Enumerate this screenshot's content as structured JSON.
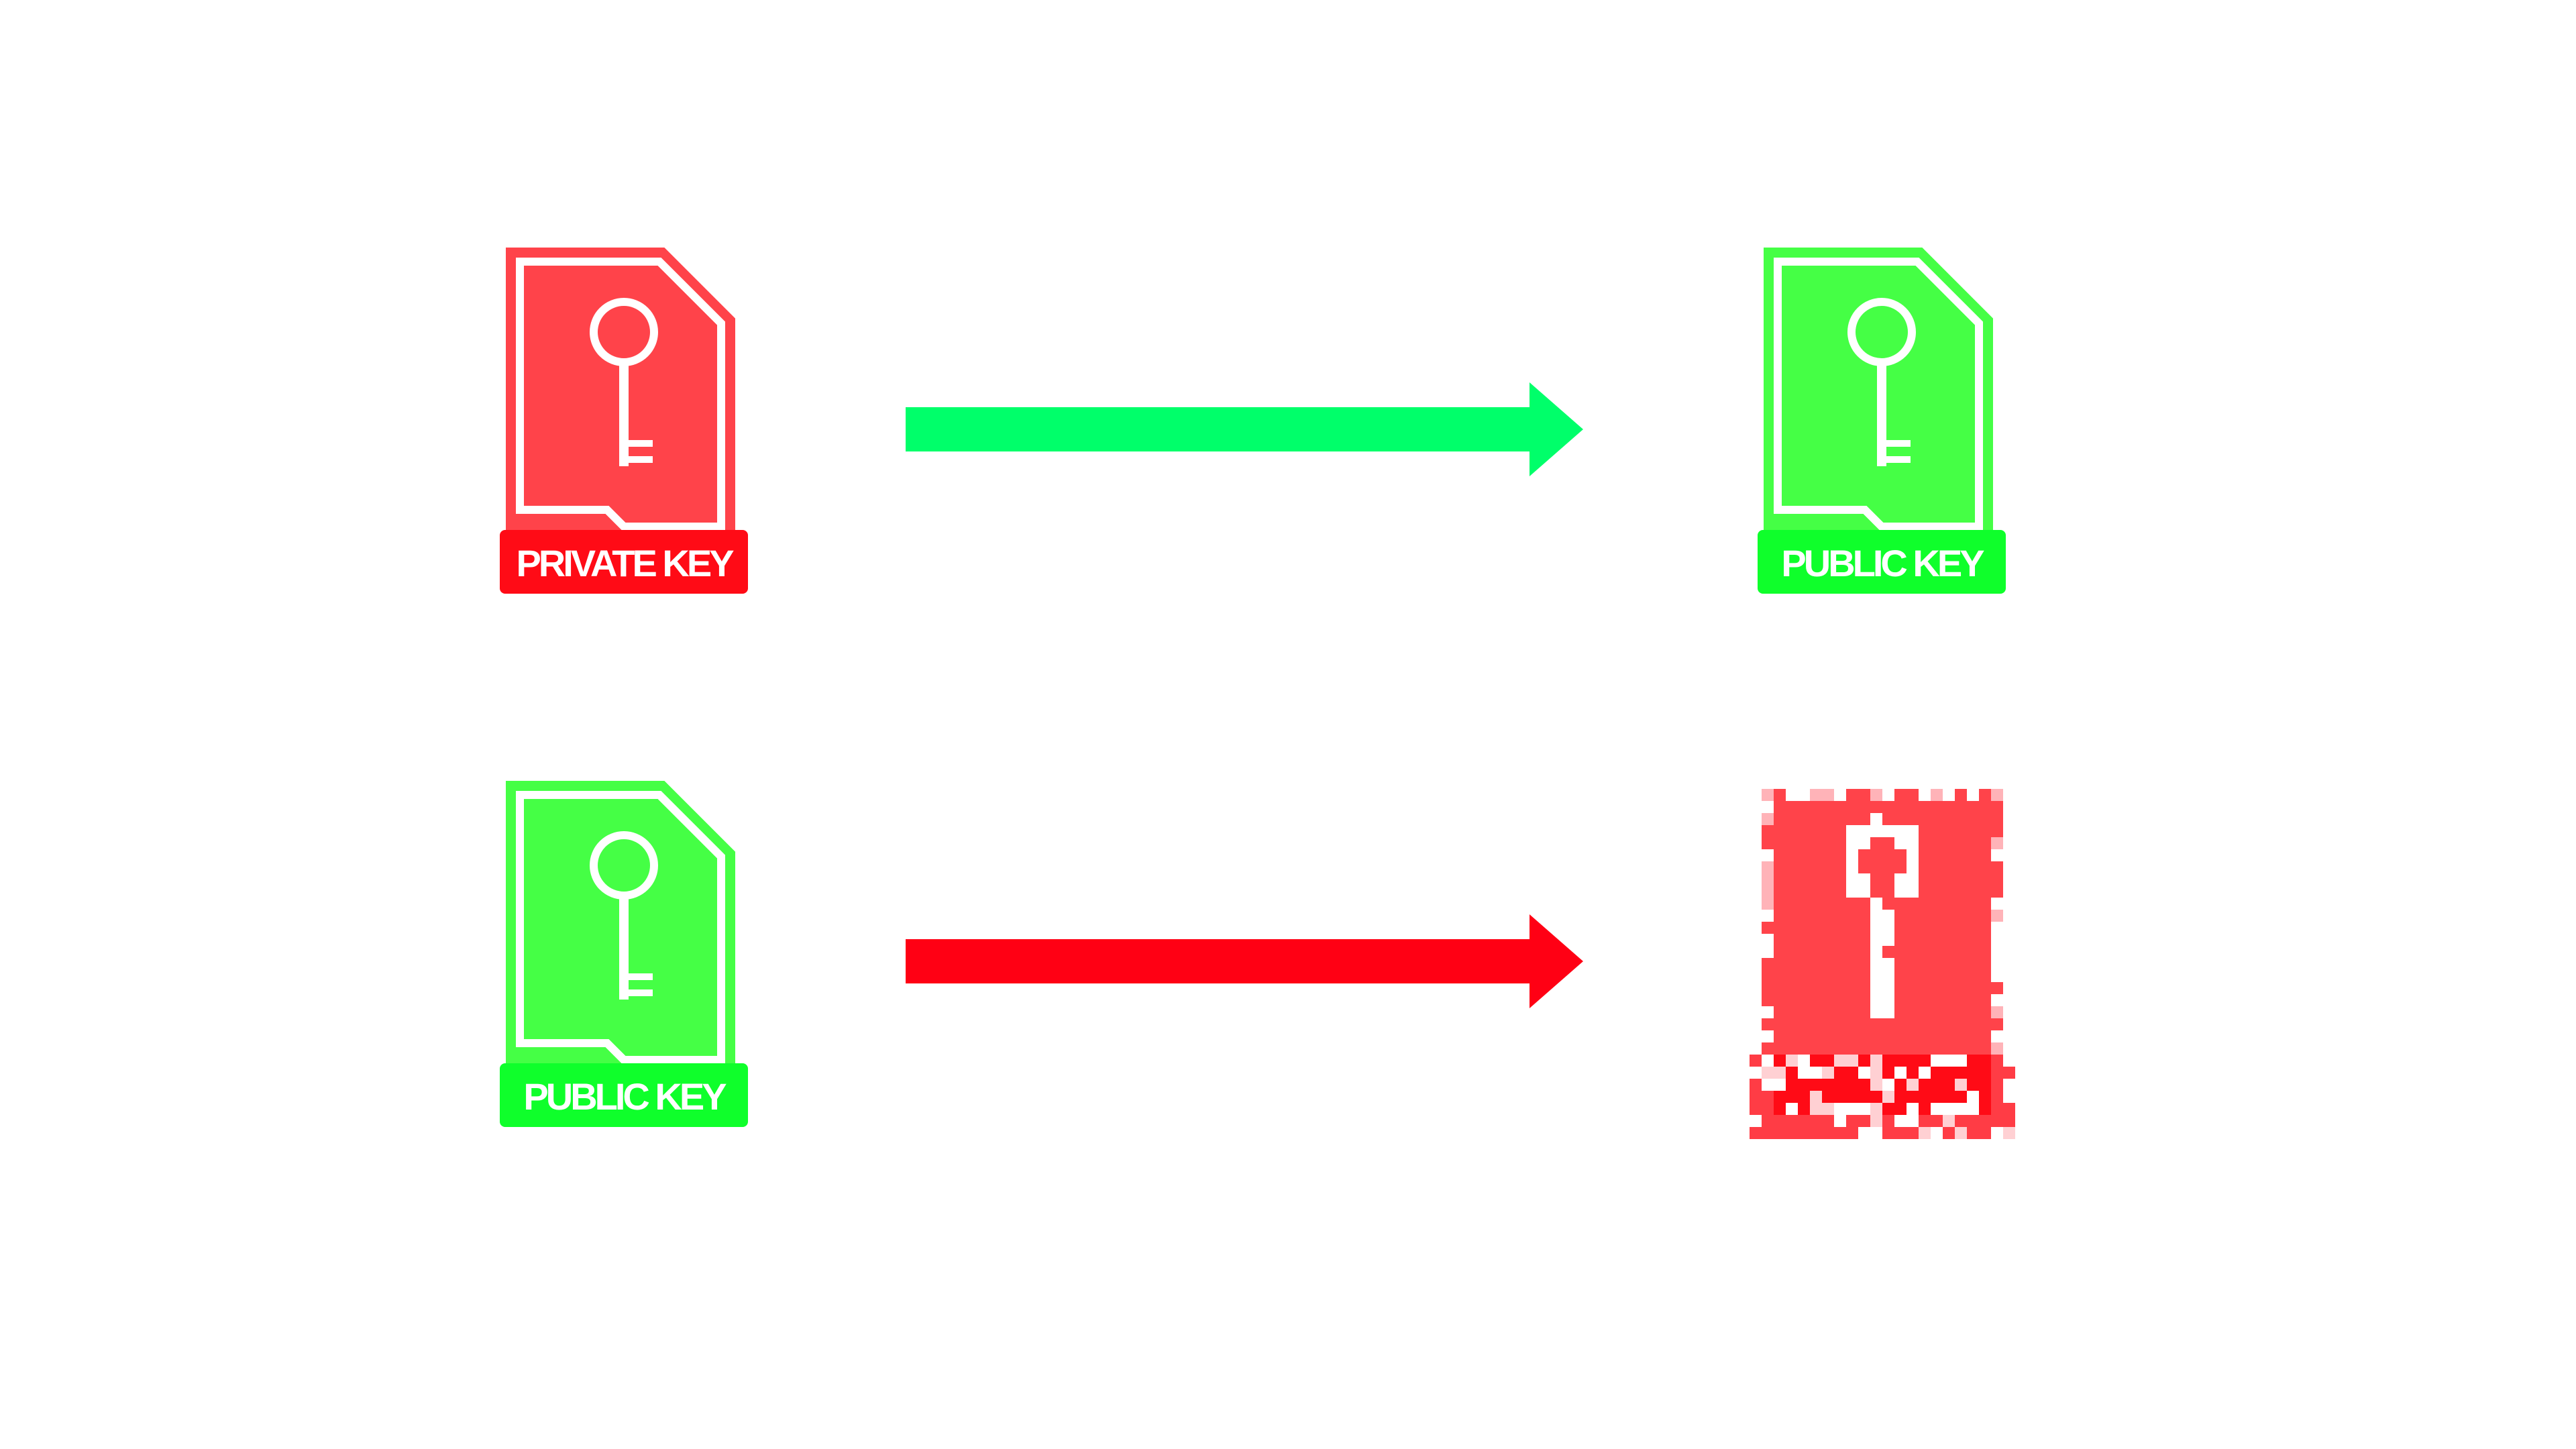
{
  "colors": {
    "private": "#ff434a",
    "private_dark": "#ff0b16",
    "public": "#45ff45",
    "public_dark": "#0fff2b",
    "arrow_ok": "#00ff6a",
    "arrow_bad": "#ff0014",
    "corrupt": "#ff434a",
    "corrupt_dark": "#ff0b16"
  },
  "rows": [
    {
      "source": {
        "label": "PRIVATE KEY",
        "kind": "private",
        "icon": "key-icon"
      },
      "arrow": {
        "kind": "ok",
        "icon": "arrow-right-icon"
      },
      "target": {
        "label": "PUBLIC KEY",
        "kind": "public",
        "icon": "key-icon"
      }
    },
    {
      "source": {
        "label": "PUBLIC KEY",
        "kind": "public",
        "icon": "key-icon"
      },
      "arrow": {
        "kind": "bad",
        "icon": "arrow-right-icon"
      },
      "target": {
        "kind": "corrupted",
        "icon": "corrupted-key-file-icon"
      }
    }
  ]
}
